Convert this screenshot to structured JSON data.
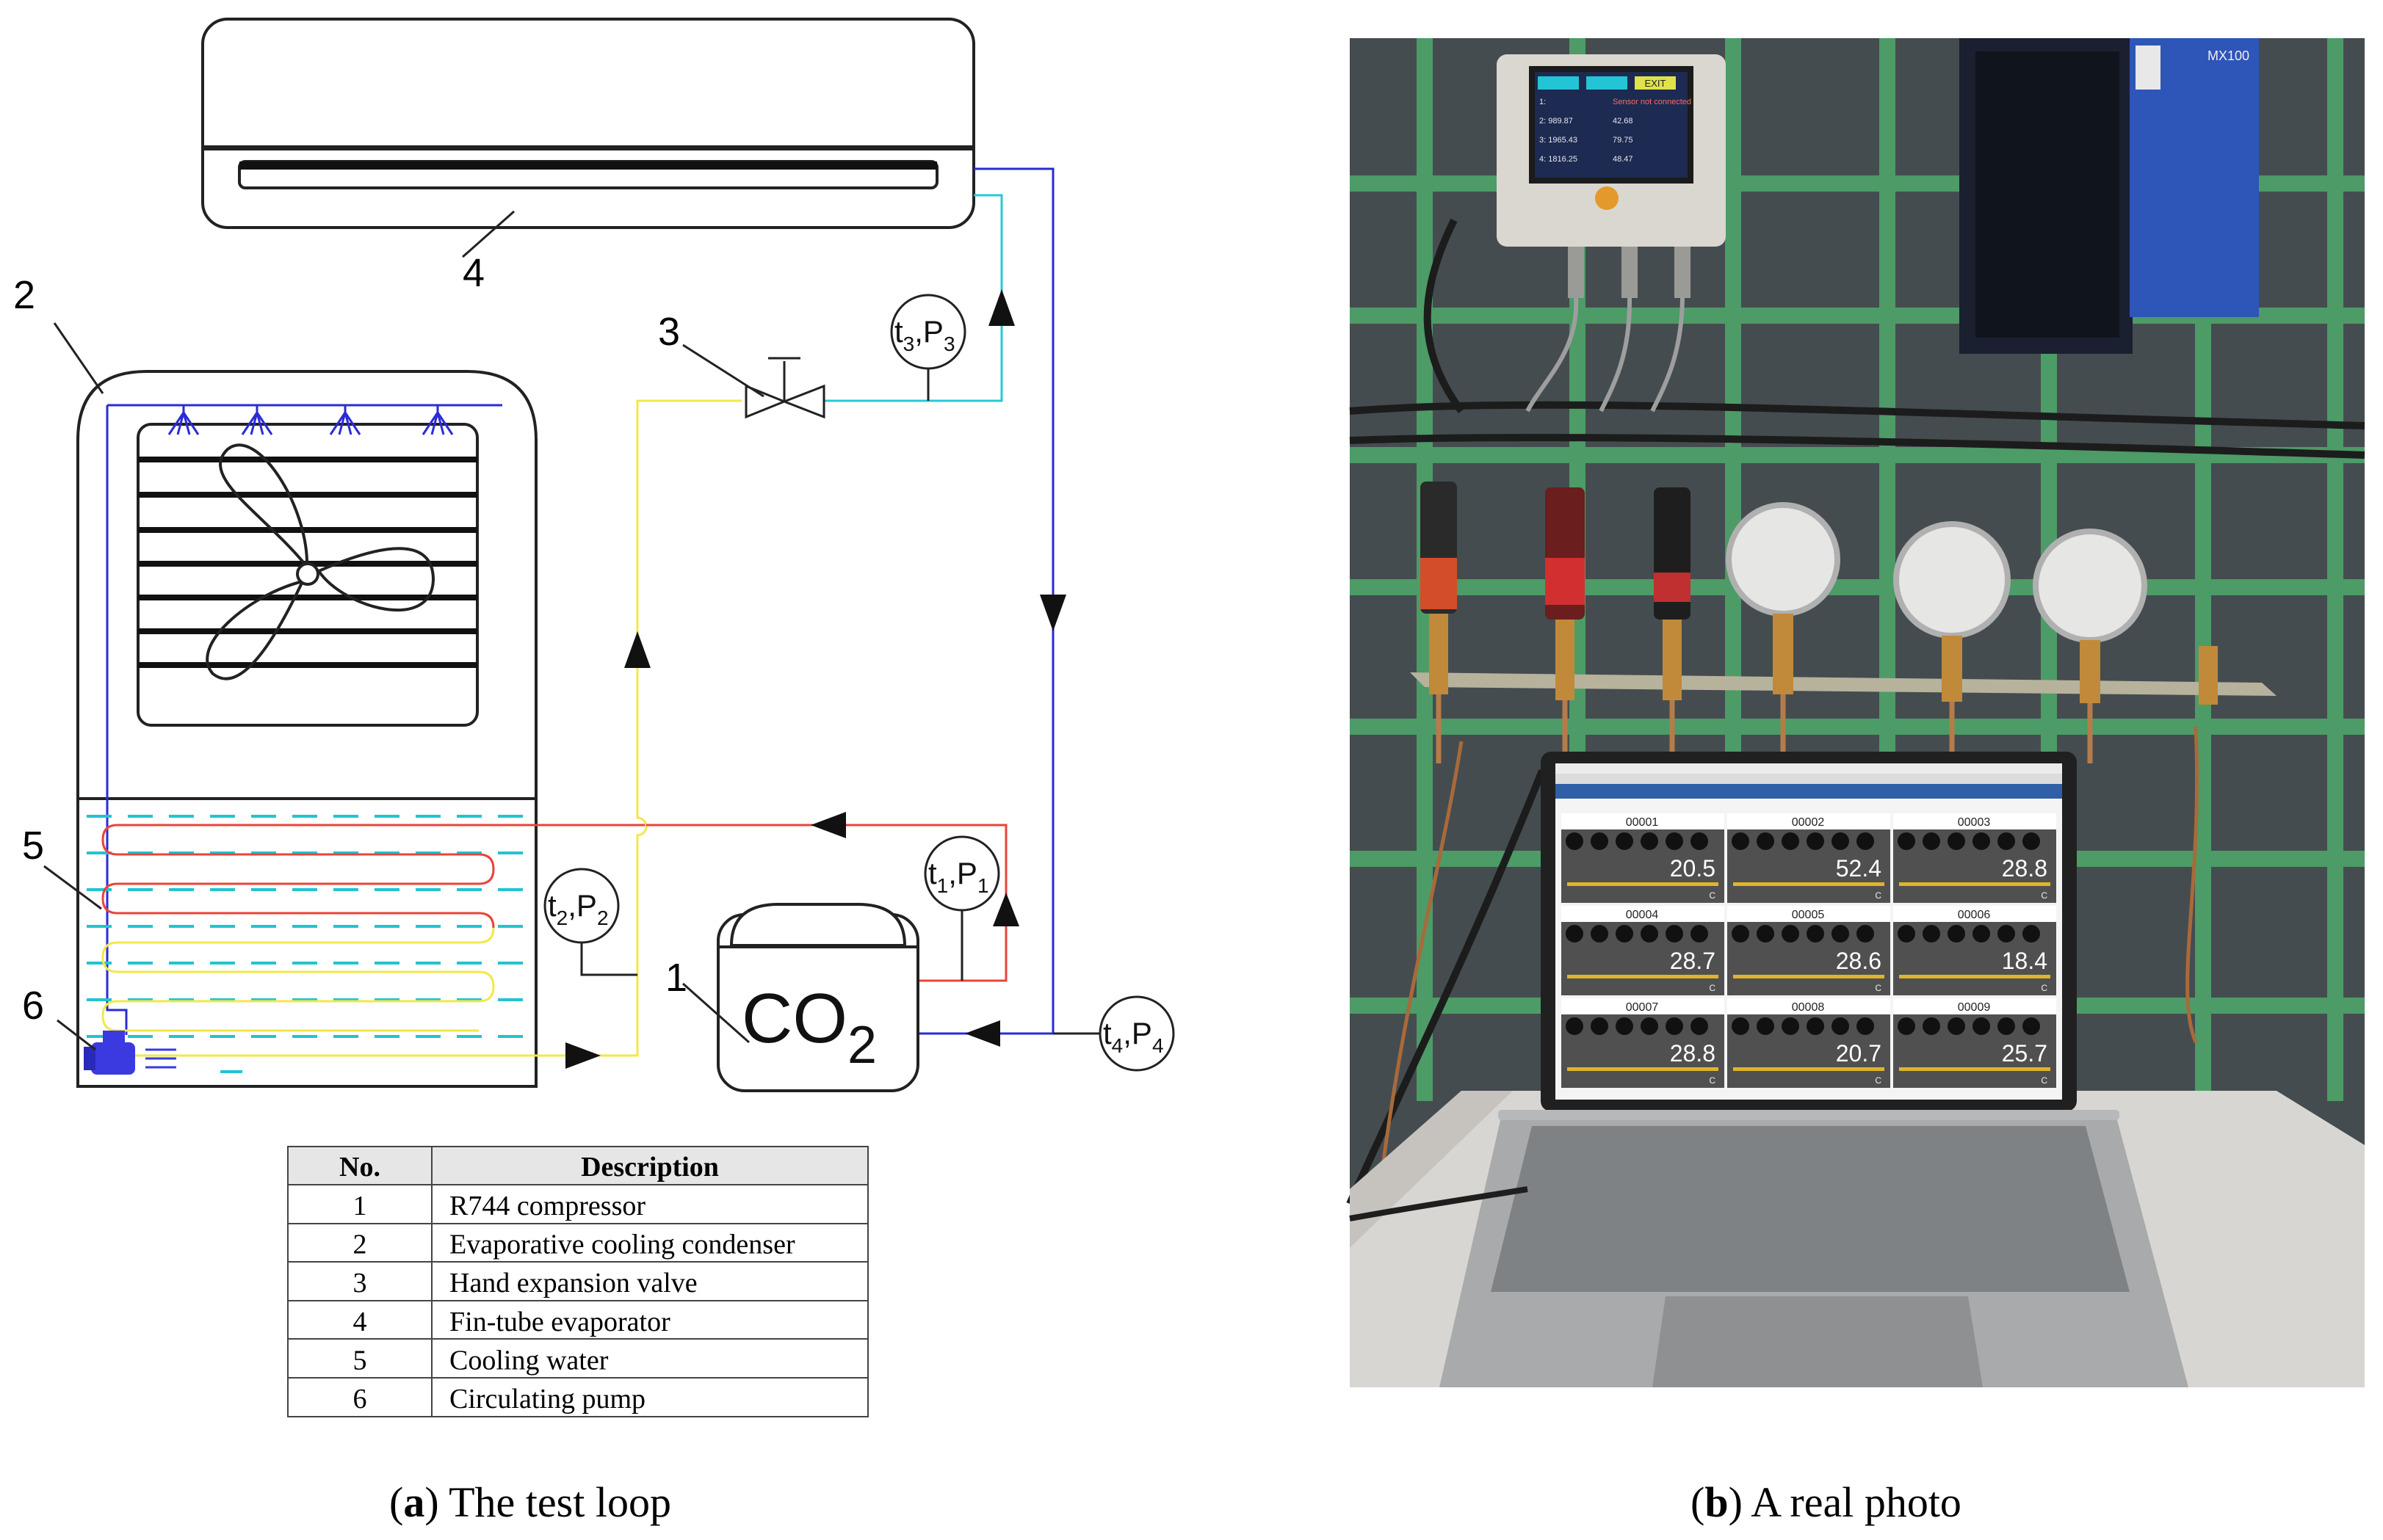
{
  "colors": {
    "line": "#222222",
    "blue_pipe": "#2b2bd6",
    "cyan_pipe": "#27c8d8",
    "yellow_pipe": "#f2e84a",
    "red_pipe": "#e8443a",
    "water_dash": "#22c3d0",
    "pump": "#3a3ae0"
  },
  "icons": [
    "fan-icon",
    "spray-nozzle-icon",
    "expansion-valve-icon",
    "flow-arrow-icon",
    "pump-icon",
    "gauge-icon"
  ],
  "component_numbers": {
    "evaporator": "4",
    "condenser": "2",
    "valve": "3",
    "water": "5",
    "pump": "6",
    "compressor": "1"
  },
  "compressor_text": {
    "main": "CO",
    "sub": "2"
  },
  "sensors": [
    {
      "id": "s3",
      "t": "t",
      "ti": "3",
      "p": "P",
      "pi": "3"
    },
    {
      "id": "s1",
      "t": "t",
      "ti": "1",
      "p": "P",
      "pi": "1"
    },
    {
      "id": "s2",
      "t": "t",
      "ti": "2",
      "p": "P",
      "pi": "2"
    },
    {
      "id": "s4",
      "t": "t",
      "ti": "4",
      "p": "P",
      "pi": "4"
    }
  ],
  "table": {
    "headers": [
      "No.",
      "Description"
    ],
    "rows": [
      [
        "1",
        "R744 compressor"
      ],
      [
        "2",
        "Evaporative cooling condenser"
      ],
      [
        "3",
        "Hand expansion valve"
      ],
      [
        "4",
        "Fin-tube evaporator"
      ],
      [
        "5",
        "Cooling water"
      ],
      [
        "6",
        "Circulating pump"
      ]
    ]
  },
  "captions": {
    "a_letter": "a",
    "a_text": " The test loop",
    "b_letter": "b",
    "b_text": " A real photo"
  },
  "photo": {
    "display": {
      "buttons": [
        "",
        "",
        "EXIT"
      ],
      "rows": [
        [
          "1: ",
          "Sensor not connected"
        ],
        [
          "2: 989.87",
          "42.68"
        ],
        [
          "3: 1965.43",
          "79.75"
        ],
        [
          "4: 1816.25",
          "48.47"
        ]
      ]
    },
    "brand": "MX100",
    "tiles": [
      {
        "id": "00001",
        "value": "20.5",
        "unit": "C"
      },
      {
        "id": "00002",
        "value": "52.4",
        "unit": "C"
      },
      {
        "id": "00003",
        "value": "28.8",
        "unit": "C"
      },
      {
        "id": "00004",
        "value": "28.7",
        "unit": "C"
      },
      {
        "id": "00005",
        "value": "28.6",
        "unit": "C"
      },
      {
        "id": "00006",
        "value": "18.4",
        "unit": "C"
      },
      {
        "id": "00007",
        "value": "28.8",
        "unit": "C"
      },
      {
        "id": "00008",
        "value": "20.7",
        "unit": "C"
      },
      {
        "id": "00009",
        "value": "25.7",
        "unit": "C"
      }
    ]
  }
}
